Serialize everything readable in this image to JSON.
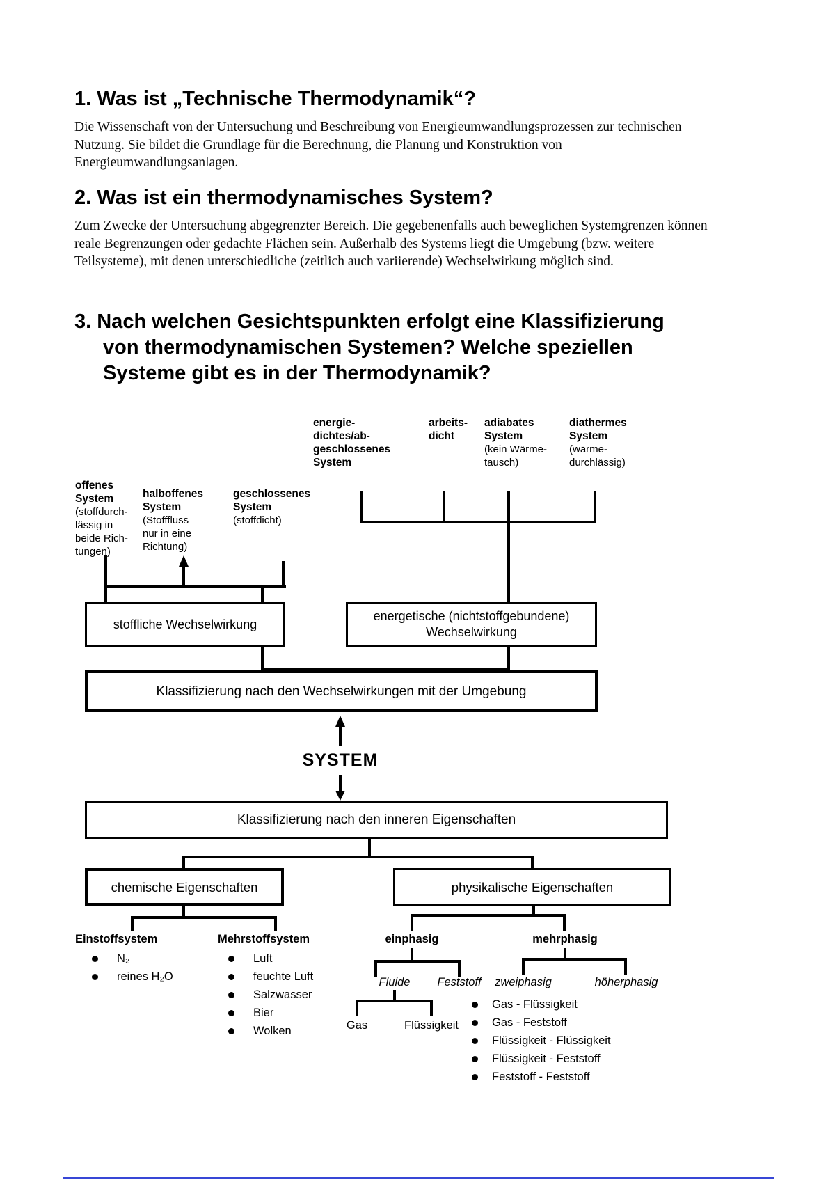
{
  "document": {
    "q1": {
      "heading": "1. Was ist „Technische Thermodynamik“?",
      "body": "Die Wissenschaft von der Untersuchung und Beschreibung von Energieumwandlungsprozessen zur technischen Nutzung. Sie bildet die Grundlage für die Berechnung, die Planung und Konstruktion von Energieumwandlungsanlagen."
    },
    "q2": {
      "heading": "2. Was ist ein thermodynamisches System?",
      "body": "Zum Zwecke der Untersuchung abgegrenzter Bereich. Die gegebenenfalls auch beweglichen Systemgrenzen können reale Begrenzungen oder gedachte Flächen sein. Außerhalb des Systems liegt die Umgebung (bzw. weitere Teilsysteme), mit denen unterschiedliche (zeitlich auch variierende) Wechselwirkung möglich sind."
    },
    "q3": {
      "heading": "3. Nach welchen Gesichtspunkten erfolgt eine Klassifizierung\nvon thermodynamischen Systemen? Welche speziellen\nSysteme gibt es in der Thermodynamik?"
    }
  },
  "diagram": {
    "top_labels": [
      {
        "name": "energie-\ndichtes/ab-\ngeschlossenes\nSystem",
        "note": ""
      },
      {
        "name": "arbeits-\ndicht",
        "note": ""
      },
      {
        "name": "adiabates\nSystem",
        "note": "(kein Wärme-\ntausch)"
      },
      {
        "name": "diathermes\nSystem",
        "note": "(wärme-\ndurchlässig)"
      }
    ],
    "left_labels": [
      {
        "name": "offenes\nSystem",
        "note": "(stoffdurch-\nlässig in\nbeide Rich-\ntungen)"
      },
      {
        "name": "halboffenes\n System",
        "note": "(Stofffluss\nnur in eine\nRichtung)"
      },
      {
        "name": "geschlossenes\nSystem",
        "note": "(stoffdicht)"
      }
    ],
    "boxes": {
      "material_interaction": "stoffliche Wechselwirkung",
      "energetic_interaction": "energetische (nichtstoffgebundene)\nWechselwirkung",
      "classification_environment": "Klassifizierung nach den Wechselwirkungen mit der Umgebung",
      "system": "SYSTEM",
      "classification_inner": "Klassifizierung nach den inneren Eigenschaften",
      "chemical": "chemische Eigenschaften",
      "physical": "physikalische Eigenschaften"
    },
    "chemical_branch": {
      "single_substance": {
        "label": "Einstoffsystem",
        "items": [
          "N₂",
          "reines H₂O"
        ]
      },
      "multi_substance": {
        "label": "Mehrstoffsystem",
        "items": [
          "Luft",
          "feuchte Luft",
          "Salzwasser",
          "Bier",
          "Wolken"
        ]
      }
    },
    "physical_branch": {
      "single_phase": {
        "label": "einphasig"
      },
      "multi_phase": {
        "label": "mehrphasig"
      },
      "fluids": {
        "label": "Fluide",
        "children": [
          "Gas",
          "Flüssigkeit"
        ]
      },
      "solid": {
        "label": "Feststoff"
      },
      "two_phase": {
        "label": "zweiphasig",
        "items": [
          "Gas - Flüssigkeit",
          "Gas - Feststoff",
          "Flüssigkeit - Flüssigkeit",
          "Flüssigkeit - Feststoff",
          "Feststoff - Feststoff"
        ]
      },
      "higher_phase": {
        "label": "höherphasig"
      }
    }
  }
}
